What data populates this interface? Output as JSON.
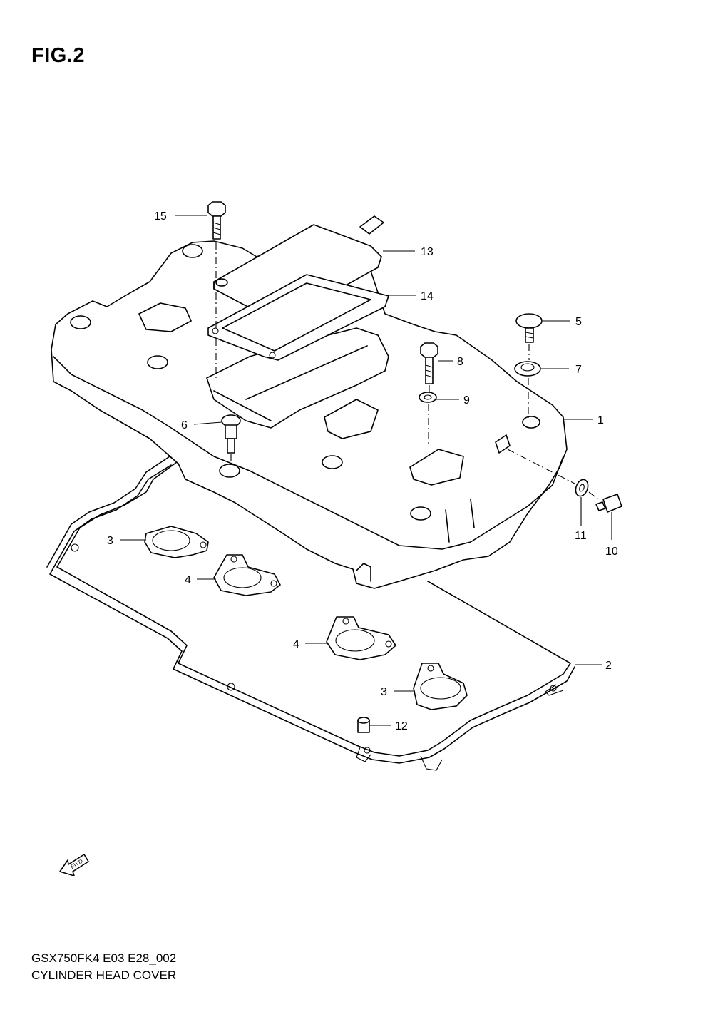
{
  "figure": {
    "title": "FIG.2",
    "model_code": "GSX750FK4 E03 E28_002",
    "part_name": "CYLINDER HEAD COVER"
  },
  "callouts": [
    {
      "id": "c1",
      "label": "1"
    },
    {
      "id": "c2",
      "label": "2"
    },
    {
      "id": "c3a",
      "label": "3"
    },
    {
      "id": "c3b",
      "label": "3"
    },
    {
      "id": "c4a",
      "label": "4"
    },
    {
      "id": "c4b",
      "label": "4"
    },
    {
      "id": "c5",
      "label": "5"
    },
    {
      "id": "c6",
      "label": "6"
    },
    {
      "id": "c7",
      "label": "7"
    },
    {
      "id": "c8",
      "label": "8"
    },
    {
      "id": "c9",
      "label": "9"
    },
    {
      "id": "c10",
      "label": "10"
    },
    {
      "id": "c11",
      "label": "11"
    },
    {
      "id": "c12",
      "label": "12"
    },
    {
      "id": "c13",
      "label": "13"
    },
    {
      "id": "c14",
      "label": "14"
    },
    {
      "id": "c15",
      "label": "15"
    }
  ],
  "direction_marker": {
    "label": "FWD",
    "icon": "forward-arrow-icon"
  }
}
